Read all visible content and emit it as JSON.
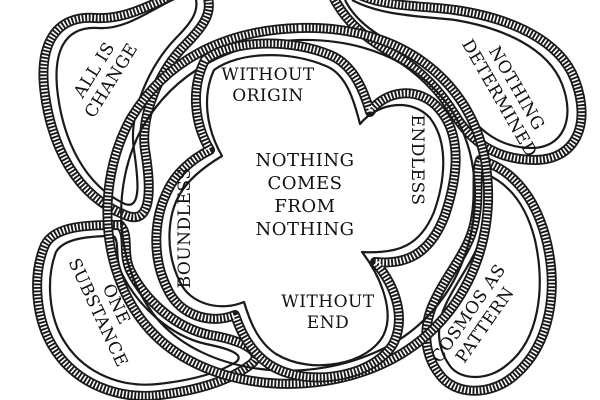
{
  "colors": {
    "ink": "#1a1a1a",
    "paper": "#ffffff"
  },
  "center": {
    "lines": [
      "NOTHING",
      "COMES",
      "FROM",
      "NOTHING"
    ]
  },
  "inner_petals": {
    "top": {
      "lines": [
        "WITHOUT",
        "ORIGIN"
      ]
    },
    "right": {
      "lines": [
        "ENDLESS"
      ]
    },
    "bottom": {
      "lines": [
        "WITHOUT",
        "END"
      ]
    },
    "left": {
      "lines": [
        "BOUNDLESS"
      ]
    }
  },
  "outer_petals": {
    "top_left": {
      "lines": [
        "ALL IS",
        "CHANGE"
      ]
    },
    "top_right": {
      "lines": [
        "NOTHING",
        "DETERMINED"
      ]
    },
    "bottom_right": {
      "lines": [
        "COSMOS AS",
        "PATTERN"
      ]
    },
    "bottom_left": {
      "lines": [
        "ONE",
        "SUBSTANCE"
      ]
    }
  }
}
